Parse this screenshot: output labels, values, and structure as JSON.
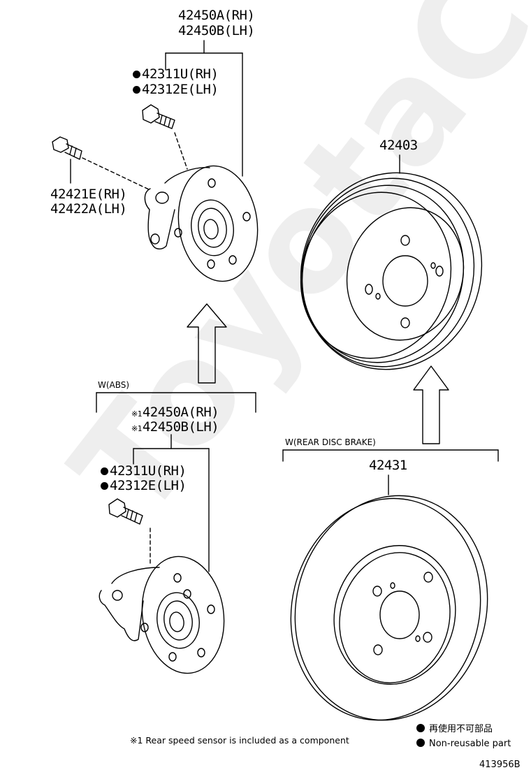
{
  "watermark": "ToyotaC",
  "hub_top": {
    "part_rh": "42450A(RH)",
    "part_lh": "42450B(LH)",
    "bolt_rh": "42311U(RH)",
    "bolt_lh": "42312E(LH)",
    "bolt2_rh": "42421E(RH)",
    "bolt2_lh": "42422A(LH)"
  },
  "hub_bottom": {
    "condition": "W(ABS)",
    "note_mark": "※1",
    "part_rh": "42450A(RH)",
    "part_lh": "42450B(LH)",
    "bolt_rh": "42311U(RH)",
    "bolt_lh": "42312E(LH)"
  },
  "drum": {
    "part": "42403"
  },
  "disc": {
    "condition": "W(REAR DISC BRAKE)",
    "part": "42431"
  },
  "footnote": "※1 Rear speed sensor is included as a component",
  "legend": {
    "jp": "再使用不可部品",
    "en": "Non-reusable part"
  },
  "figure_id": "413956B"
}
